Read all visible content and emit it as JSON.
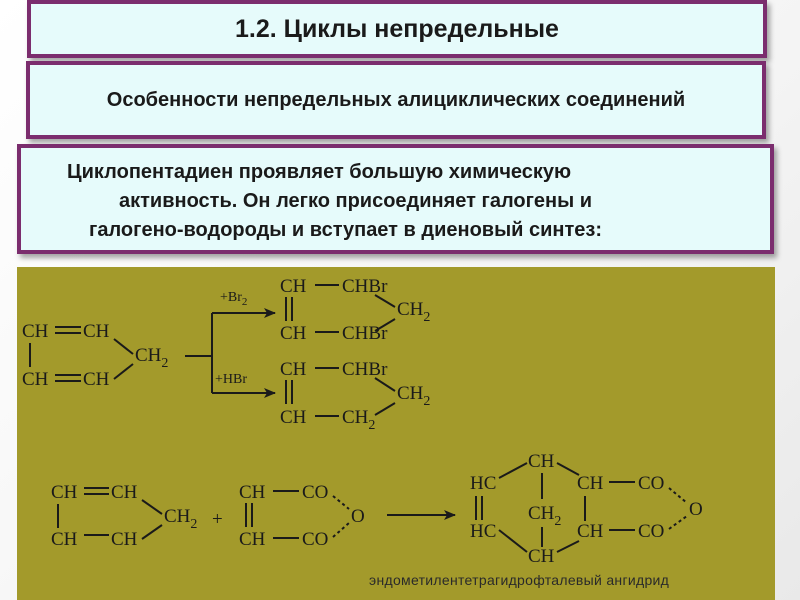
{
  "slide": {
    "title": "1.2. Циклы непредельные",
    "subtitle": "Особенности непредельных алициклических соединений",
    "description": [
      "Циклопентадиен проявляет большую химическую",
      "активность. Он легко присоединяет галогены и",
      "галогено-водороды и вступает в диеновый  синтез:"
    ]
  },
  "scheme": {
    "atoms": {
      "ch": "CH",
      "hc": "HC",
      "chbr": "CHBr",
      "ch2": "CH",
      "co": "CO",
      "o": "O",
      "plus": "+",
      "sub2": "2"
    },
    "reagents": {
      "br2": "+Br",
      "br2_sub": "2",
      "hbr": "+HBr"
    },
    "caption": "эндометилентетрагидрофталевый ангидрид"
  },
  "colors": {
    "border": "#7b2d6e",
    "box_fill": "#e6fbfb",
    "scheme_bg": "#a39a2b"
  }
}
